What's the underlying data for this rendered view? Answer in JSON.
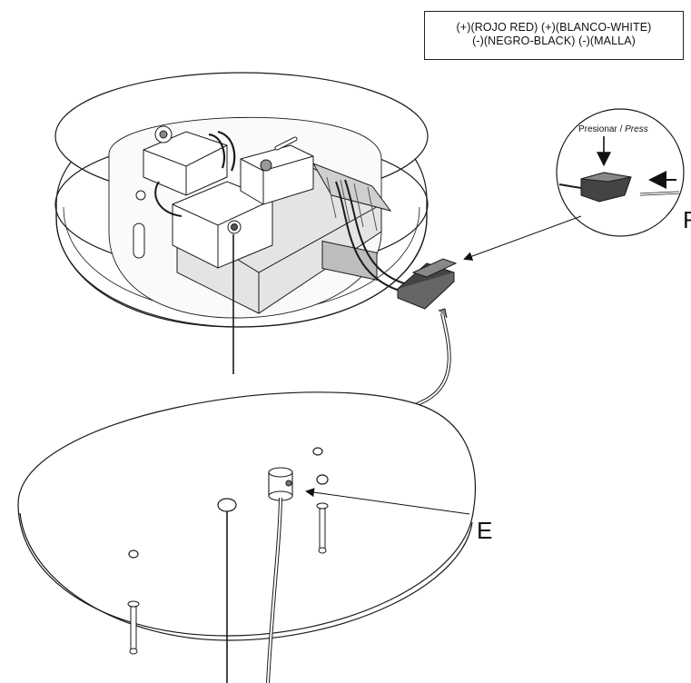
{
  "legend": {
    "line1": "(+)(ROJO RED) (+)(BLANCO-WHITE)",
    "line2": "(-)(NEGRO-BLACK) (-)(MALLA)"
  },
  "detail": {
    "press_es": "Presionar /",
    "press_en": "Press"
  },
  "callouts": {
    "e": "E",
    "f": "F"
  },
  "colors": {
    "line": "#1a1a1a",
    "fill": "#ffffff",
    "shade": "#d6d6d6",
    "dark": "#555555"
  }
}
